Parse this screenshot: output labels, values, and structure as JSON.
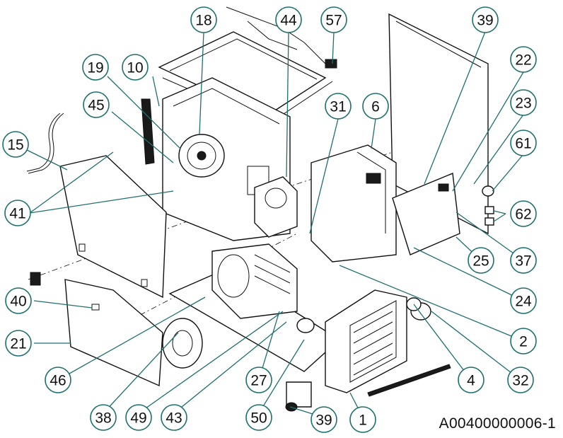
{
  "figure_id": "A00400000006-1",
  "callouts": [
    "18",
    "44",
    "57",
    "39",
    "19",
    "10",
    "22",
    "45",
    "31",
    "6",
    "23",
    "15",
    "61",
    "41",
    "62",
    "25",
    "37",
    "24",
    "40",
    "2",
    "21",
    "4",
    "32",
    "46",
    "27",
    "38",
    "49",
    "43",
    "50",
    "39",
    "1"
  ],
  "colors": {
    "callout_stroke": "#1f6f6f",
    "line": "#111111",
    "background": "#ffffff"
  }
}
